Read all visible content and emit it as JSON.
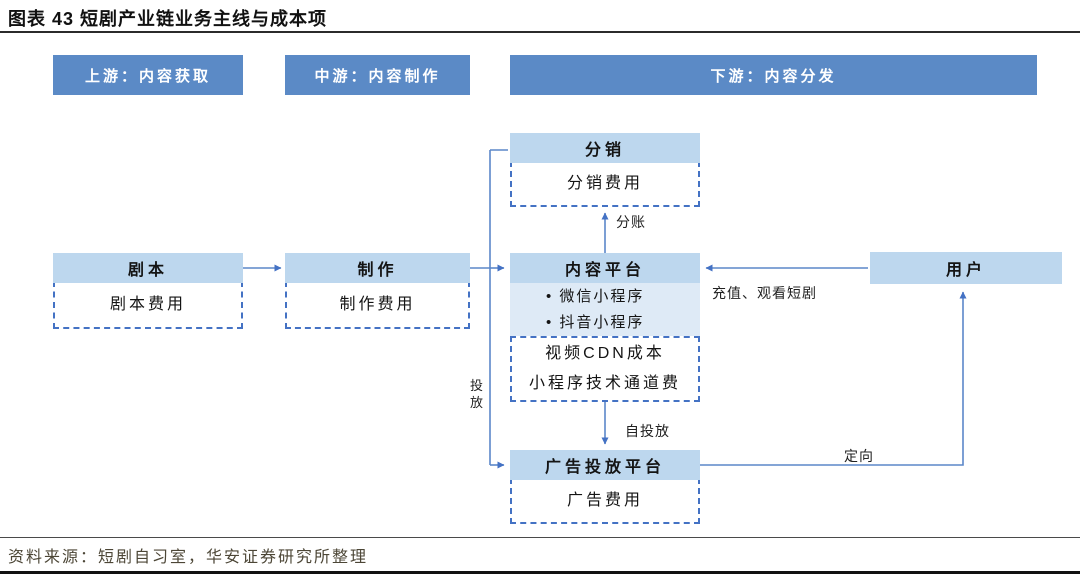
{
  "page": {
    "title": "图表 43 短剧产业链业务主线与成本项",
    "source": "资料来源：短剧自习室，华安证券研究所整理"
  },
  "headers": {
    "upstream": "上游：内容获取",
    "midstream": "中游：内容制作",
    "downstream": "下游：内容分发"
  },
  "nodes": {
    "script": {
      "title": "剧本",
      "cost": "剧本费用"
    },
    "production": {
      "title": "制作",
      "cost": "制作费用"
    },
    "distribution": {
      "title": "分销",
      "cost": "分销费用"
    },
    "content_platform": {
      "title": "内容平台",
      "bullets": [
        "• 微信小程序",
        "• 抖音小程序"
      ],
      "costs": [
        "视频CDN成本",
        "小程序技术通道费"
      ]
    },
    "ad_platform": {
      "title": "广告投放平台",
      "cost": "广告费用"
    },
    "user": {
      "title": "用户"
    }
  },
  "edges": {
    "split_label": "分账",
    "placement_label": "投放",
    "self_placement_label": "自投放",
    "recharge_label": "充值、观看短剧",
    "targeting_label": "定向"
  },
  "colors": {
    "stage_header_blue": "#5b8ac6",
    "node_band_blue": "#bdd7ee",
    "node_subband_blue": "#deeaf6",
    "dashed_border_blue": "#4472c4",
    "connector_blue": "#5b87c9",
    "source_text": "#4c4636"
  }
}
